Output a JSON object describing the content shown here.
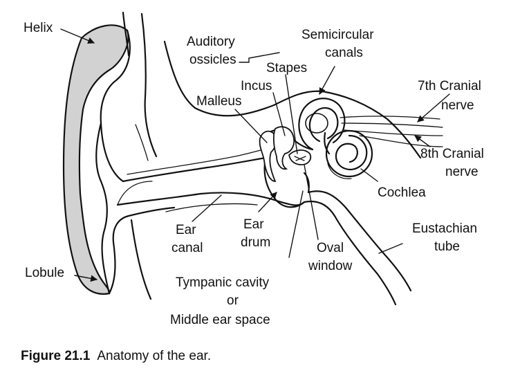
{
  "labels": {
    "helix": "Helix",
    "auditory_ossicles_1": "Auditory",
    "auditory_ossicles_2": "ossicles",
    "semicircular_canals_1": "Semicircular",
    "semicircular_canals_2": "canals",
    "stapes": "Stapes",
    "incus": "Incus",
    "malleus": "Malleus",
    "cranial_nerve_7_1": "7th Cranial",
    "cranial_nerve_7_2": "nerve",
    "cranial_nerve_8_1": "8th Cranial",
    "cranial_nerve_8_2": "nerve",
    "cochlea": "Cochlea",
    "eustachian_tube_1": "Eustachian",
    "eustachian_tube_2": "tube",
    "ear_canal_1": "Ear",
    "ear_canal_2": "canal",
    "ear_drum_1": "Ear",
    "ear_drum_2": "drum",
    "oval_window_1": "Oval",
    "oval_window_2": "window",
    "lobule": "Lobule",
    "tympanic_cavity_1": "Tympanic cavity",
    "tympanic_cavity_2": "or",
    "tympanic_cavity_3": "Middle ear space"
  },
  "caption": {
    "figure_number": "Figure 21.1",
    "text": "Anatomy of the ear."
  },
  "colors": {
    "line": "#111111",
    "cartilage_shading": "#d2d2d2",
    "background": "#ffffff"
  }
}
